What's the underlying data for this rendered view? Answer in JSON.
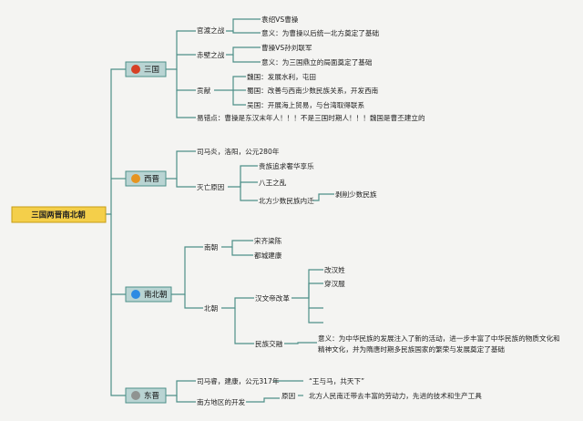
{
  "root": "三国两晋南北朝",
  "colors": {
    "line": "#4d8f88",
    "root_fill": "#f4cf4a",
    "box_fill": "#b9d4d3",
    "box_stroke": "#4d8f88"
  },
  "branches": [
    {
      "label": "三国",
      "icon": "red-circle-icon",
      "children": [
        {
          "label": "官渡之战",
          "children": [
            "袁绍VS曹操",
            "意义：为曹操以后统一北方奠定了基础"
          ]
        },
        {
          "label": "赤壁之战",
          "children": [
            "曹操VS孙刘联军",
            "意义：为三国鼎立的局面奠定了基础"
          ]
        },
        {
          "label": "贡献",
          "children": [
            "魏国：发展水利，屯田",
            "蜀国：改善与西南少数民族关系，开发西南",
            "吴国：开展海上贸易，与台湾取得联系"
          ]
        },
        {
          "label": "易错点：曹操是东汉末年人！！！不是三国时期人！！！魏国是曹丕建立的",
          "children": []
        }
      ]
    },
    {
      "label": "西晋",
      "icon": "orange-circle-icon",
      "children": [
        {
          "label": "司马炎，洛阳，公元280年",
          "children": []
        },
        {
          "label": "灭亡原因",
          "children": [
            "贵族追求奢华享乐",
            "八王之乱",
            "北方少数民族内迁"
          ],
          "sub": "剥削少数民族"
        }
      ]
    },
    {
      "label": "南北朝",
      "icon": "blue-circle-icon",
      "children": [
        {
          "label": "南朝",
          "children": [
            "宋齐梁陈",
            "都城建康"
          ]
        },
        {
          "label": "北朝",
          "children": [
            {
              "label": "汉文帝改革",
              "children": [
                "改汉姓",
                "穿汉服",
                "",
                ""
              ]
            },
            {
              "label": "民族交融",
              "children": [
                "意义：为中华民族的发展注入了新的活动，进一步丰富了中华民族的物质文化和",
                "精神文化，并为隋唐时期多民族国家的繁荣与发展奠定了基础"
              ]
            }
          ]
        }
      ]
    },
    {
      "label": "东晋",
      "icon": "gray-circle-icon",
      "children": [
        {
          "label": "司马睿，建康，公元317年",
          "children": [
            "“王与马，共天下”"
          ]
        },
        {
          "label": "南方地区的开发",
          "children": [
            "原因"
          ],
          "sub": "北方人民南迁带去丰富的劳动力，先进的技术和生产工具"
        }
      ]
    }
  ]
}
